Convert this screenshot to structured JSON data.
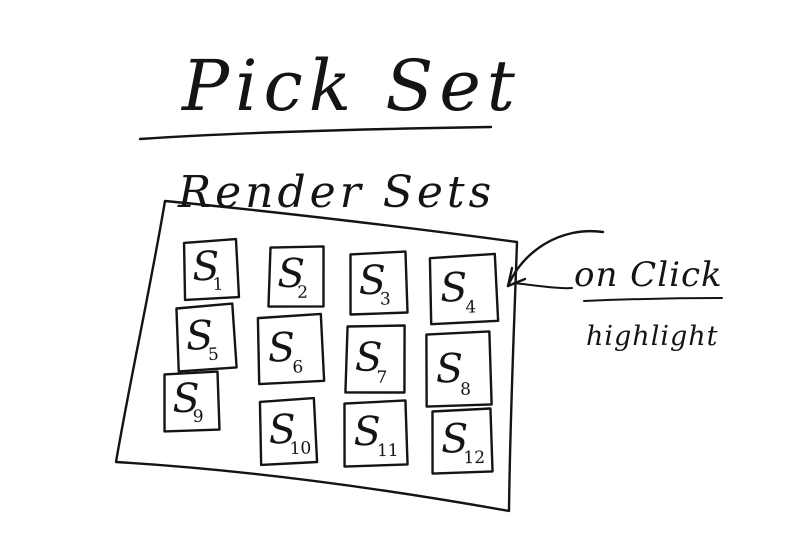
{
  "title": "Pick Set",
  "section_label": "Render Sets",
  "annotation": {
    "event": "on Click",
    "action": "highlight"
  },
  "sets": [
    {
      "letter": "S",
      "number": "1"
    },
    {
      "letter": "S",
      "number": "2"
    },
    {
      "letter": "S",
      "number": "3"
    },
    {
      "letter": "S",
      "number": "4"
    },
    {
      "letter": "S",
      "number": "5"
    },
    {
      "letter": "S",
      "number": "6"
    },
    {
      "letter": "S",
      "number": "7"
    },
    {
      "letter": "S",
      "number": "8"
    },
    {
      "letter": "S",
      "number": "9"
    },
    {
      "letter": "S",
      "number": "10"
    },
    {
      "letter": "S",
      "number": "11"
    },
    {
      "letter": "S",
      "number": "12"
    }
  ]
}
